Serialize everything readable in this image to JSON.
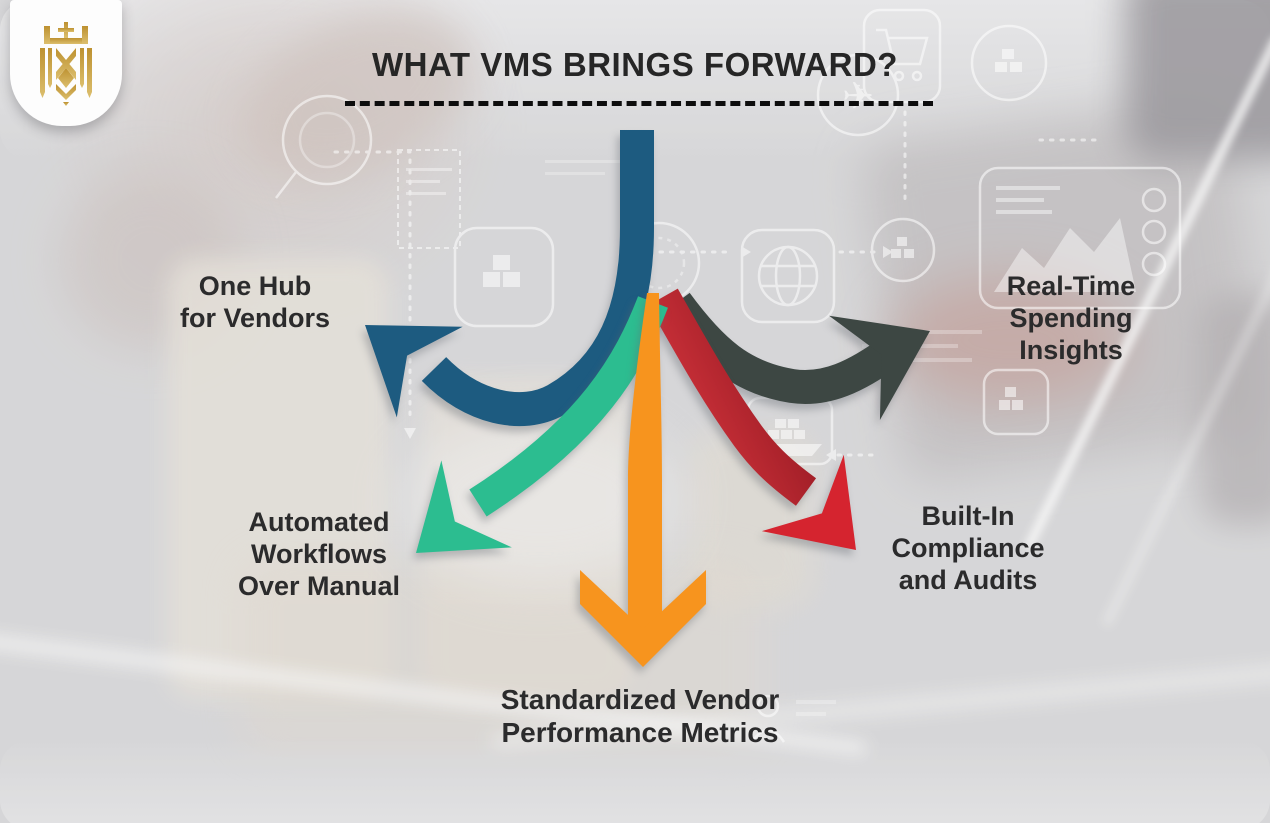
{
  "page": {
    "type": "infographic",
    "bg_color": "#d7d7d9"
  },
  "header": {
    "title": "WHAT VMS BRINGS FORWARD?",
    "divider_style": "dashed-line"
  },
  "logo": {
    "icon": "gold-crest-logo"
  },
  "benefits": [
    {
      "label": "One Hub\nfor Vendors",
      "arrow_color": "#1d5b80",
      "arrow_direction": "upper-left"
    },
    {
      "label": "Real-Time\nSpending Insights",
      "arrow_color": "#3d4743",
      "arrow_direction": "upper-right"
    },
    {
      "label": "Automated\nWorkflows\nOver Manual",
      "arrow_color": "#2cbd90",
      "arrow_direction": "lower-left"
    },
    {
      "label": "Built-In\nCompliance\nand Audits",
      "arrow_color": "#d8232e",
      "arrow_direction": "lower-right"
    },
    {
      "label": "Standardized Vendor\nPerformance Metrics",
      "arrow_color": "#f7941e",
      "arrow_direction": "down"
    }
  ],
  "colors": {
    "background": "#d7d7d9",
    "title_text": "#262626",
    "label_text": "#2b2b2c",
    "arrow_blue": "#1d5b80",
    "arrow_charcoal": "#3d4743",
    "arrow_teal": "#2cbd90",
    "arrow_red": "#d8232e",
    "arrow_red_dark": "#9c1c25",
    "arrow_orange": "#f7941e",
    "logo_gold": "#c59a35"
  }
}
